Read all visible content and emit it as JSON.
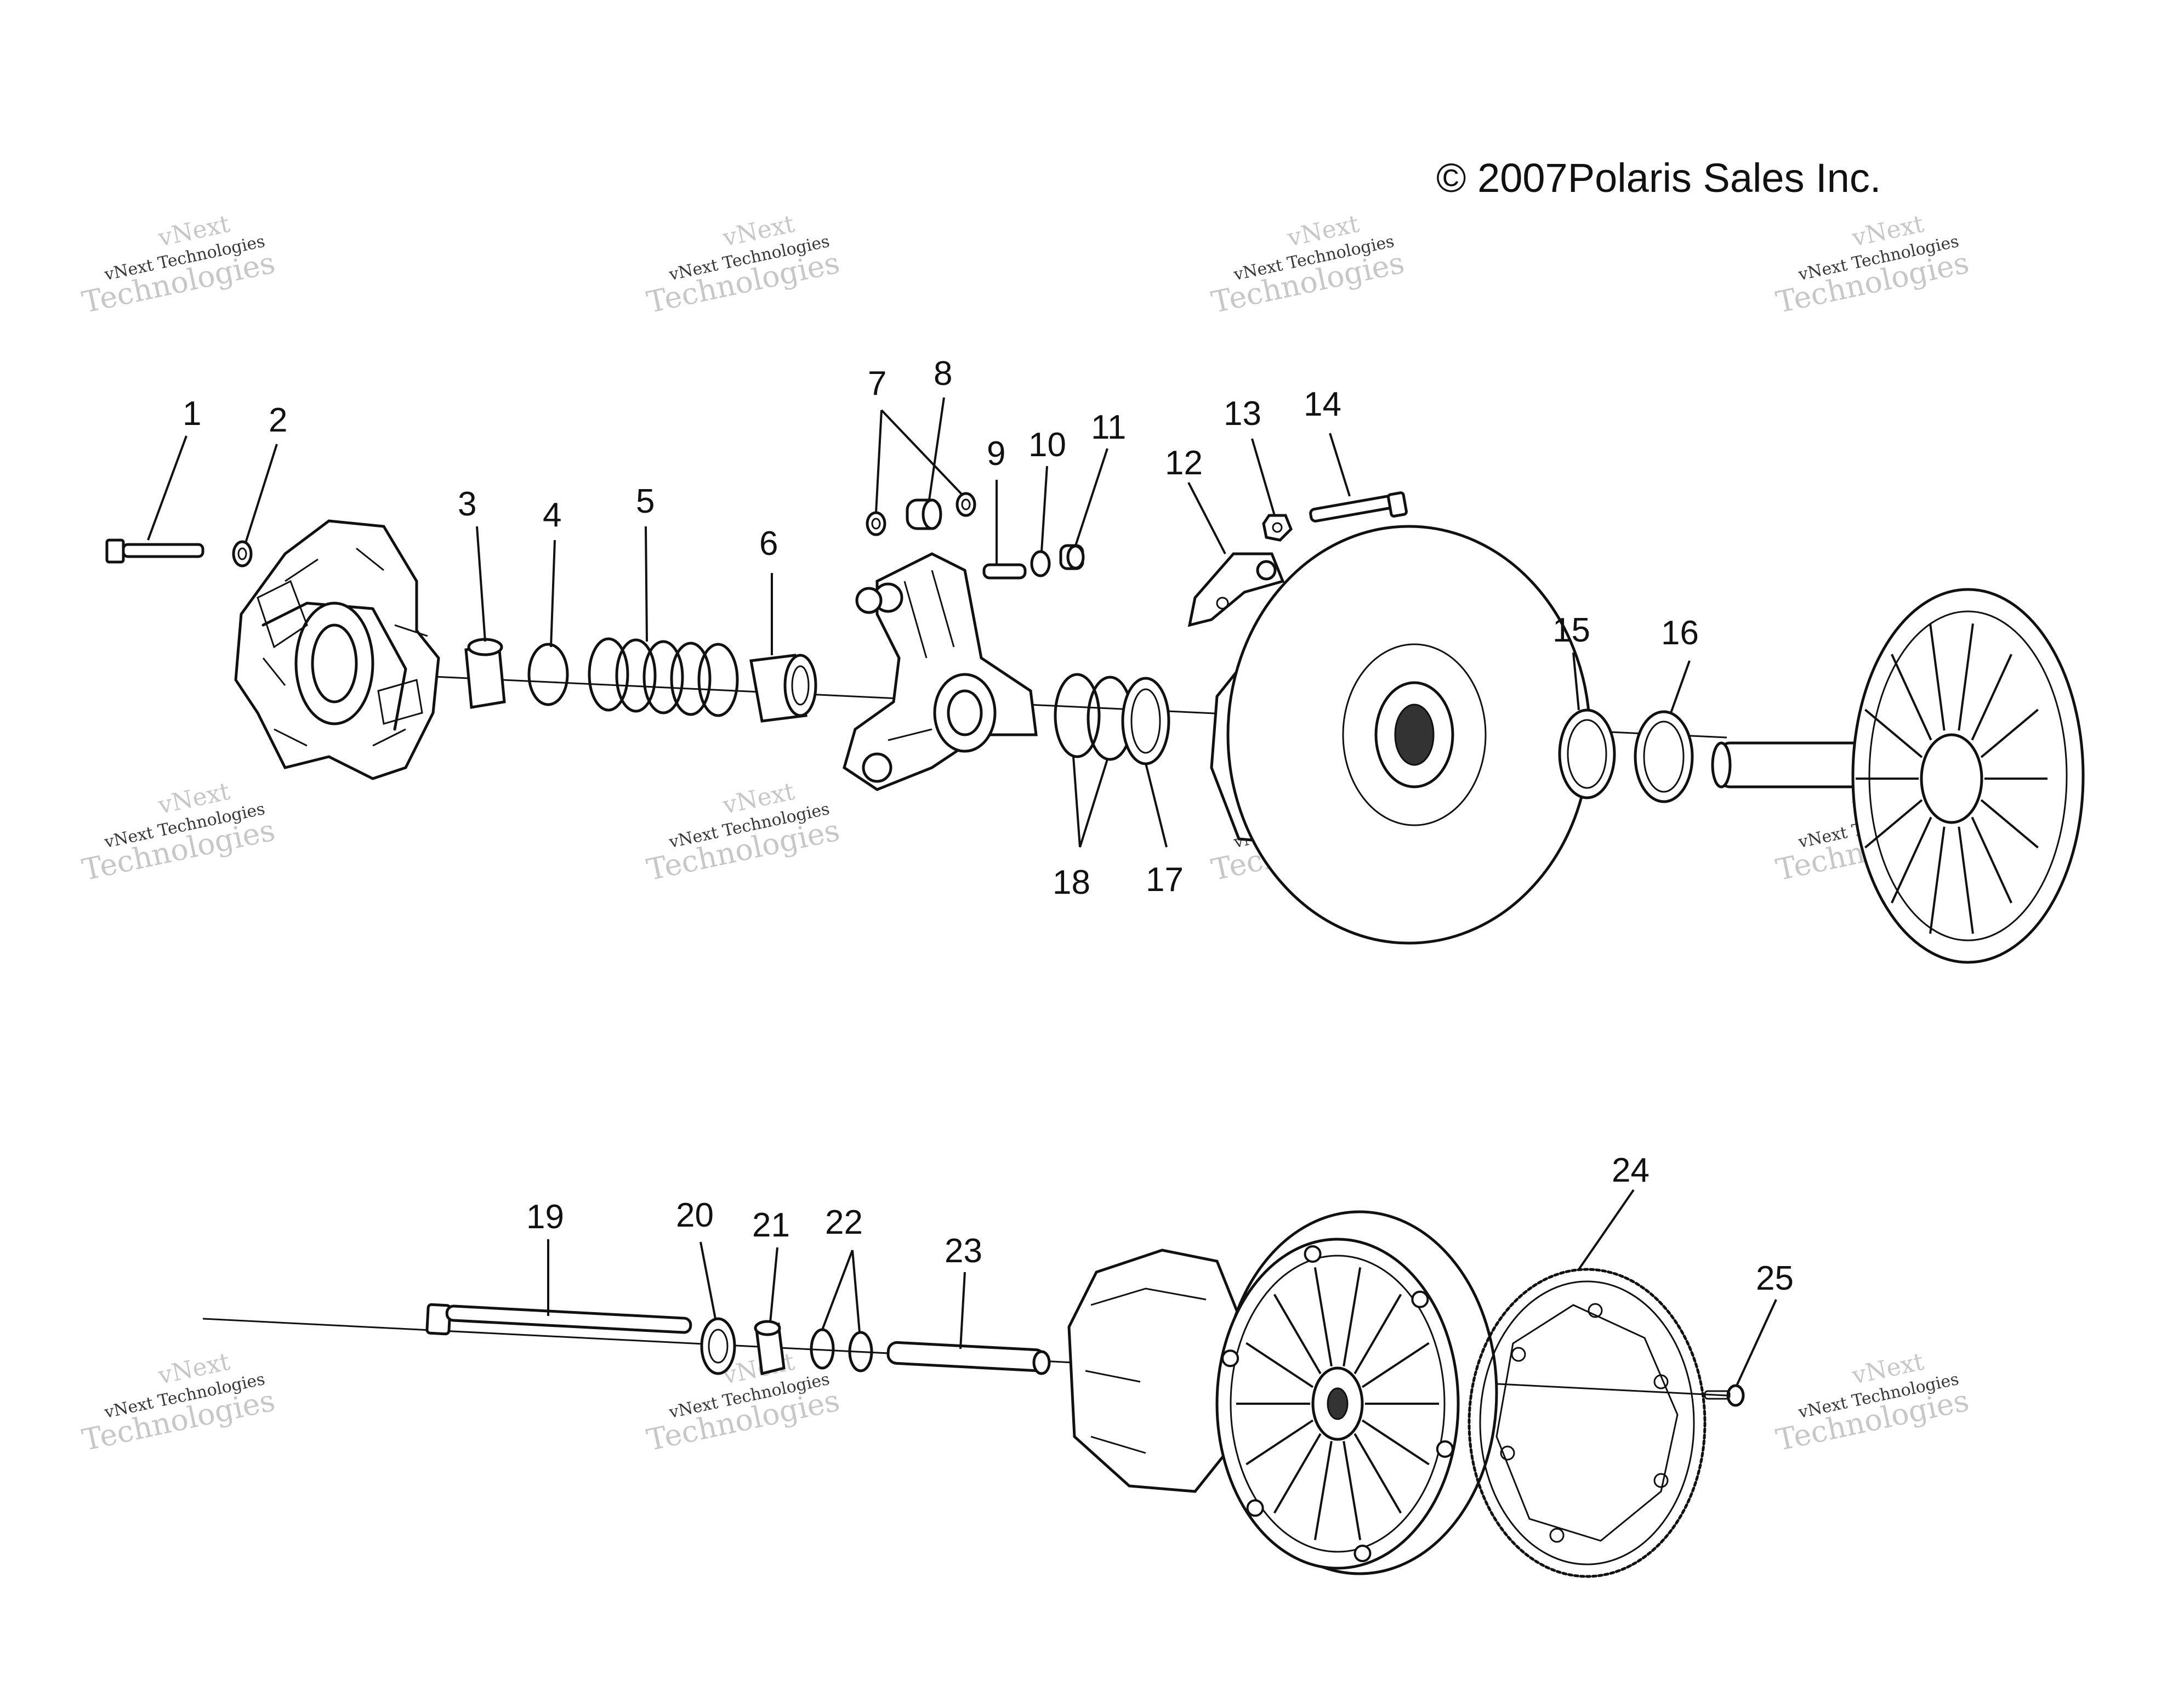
{
  "copyright": "© 2007Polaris Sales Inc.",
  "watermark": {
    "line1": "vNext Technologies",
    "line2": "vNext",
    "line3": "Technologies"
  },
  "callouts": [
    "1",
    "2",
    "3",
    "4",
    "5",
    "6",
    "7",
    "8",
    "9",
    "10",
    "11",
    "12",
    "13",
    "14",
    "15",
    "16",
    "17",
    "18",
    "19",
    "20",
    "21",
    "22",
    "23",
    "24",
    "25"
  ]
}
